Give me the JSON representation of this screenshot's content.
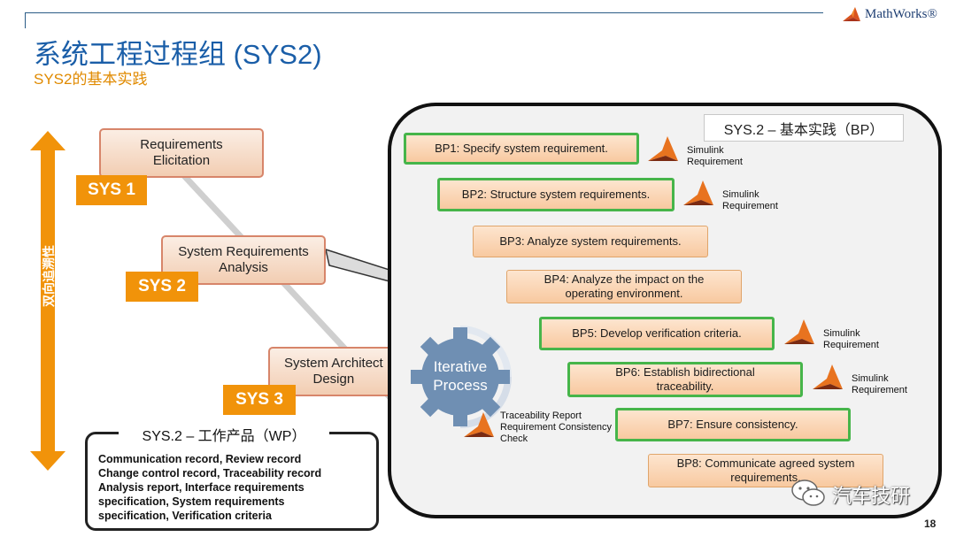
{
  "logo": {
    "text": "MathWorks®",
    "icon": "mathworks-membrane-icon"
  },
  "title": "系统工程过程组 (SYS2)",
  "subtitle": "SYS2的基本实践",
  "arrow_label": "双向追溯性",
  "stages": [
    {
      "label": "Requirements\nElicitation",
      "tag": "SYS 1"
    },
    {
      "label": "System Requirements\nAnalysis",
      "tag": "SYS 2"
    },
    {
      "label": "System Architect\nDesign",
      "tag": "SYS 3"
    }
  ],
  "bp_panel": {
    "header": "SYS.2 – 基本实践（BP）",
    "practices": [
      {
        "label": "BP1: Specify system requirement.",
        "highlighted": true,
        "tool": "Simulink\nRequirement"
      },
      {
        "label": "BP2: Structure system requirements.",
        "highlighted": true,
        "tool": "Simulink\nRequirement"
      },
      {
        "label": "BP3: Analyze system requirements.",
        "highlighted": false
      },
      {
        "label": "BP4:  Analyze the impact on the\noperating environment.",
        "highlighted": false
      },
      {
        "label": "BP5:  Develop verification criteria.",
        "highlighted": true,
        "tool": "Simulink\nRequirement"
      },
      {
        "label": "BP6: Establish bidirectional\ntraceability.",
        "highlighted": true,
        "tool": "Simulink\nRequirement"
      },
      {
        "label": "BP7:  Ensure consistency.",
        "highlighted": true
      },
      {
        "label": "BP8:  Communicate agreed system\nrequirements.",
        "highlighted": false
      }
    ],
    "gear_label": "Iterative\nProcess",
    "trace_label": "Traceability Report\nRequirement Consistency\nCheck"
  },
  "wp_panel": {
    "header": "SYS.2 – 工作产品（WP）",
    "lines": [
      "Communication record, Review record",
      "Change control record, Traceability record",
      "Analysis report, Interface requirements",
      "specification, System requirements",
      "specification, Verification criteria"
    ]
  },
  "watermark": "汽车技研",
  "page_number": "18",
  "colors": {
    "title": "#1a5ea8",
    "subtitle": "#e08a00",
    "tag": "#f1930a",
    "highlight": "#46b54a",
    "gear": "#6f8fb3"
  }
}
